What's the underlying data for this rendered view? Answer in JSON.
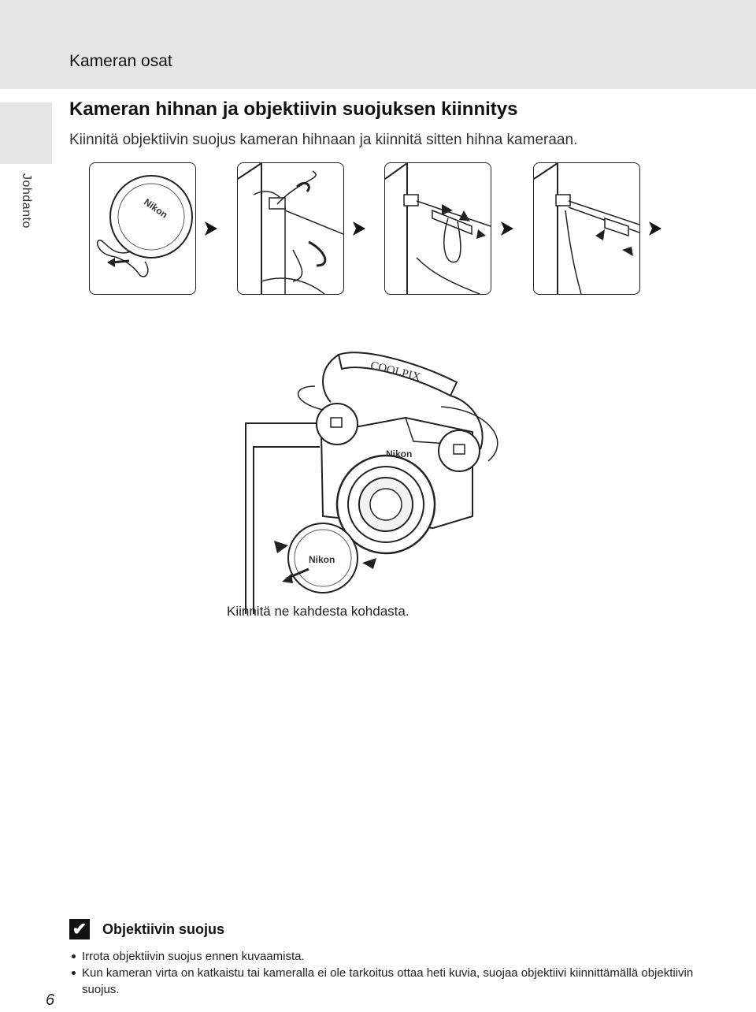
{
  "header": {
    "section_title": "Kameran osat"
  },
  "side_tab": {
    "label": "Johdanto"
  },
  "main": {
    "heading": "Kameran hihnan ja objektiivin suojuksen kiinnitys",
    "intro": "Kiinnitä objektiivin suojus kameran hihnaan ja kiinnitä sitten hihna kameraan.",
    "steps": [
      {
        "icon": "lens-cap-with-cord-illustration",
        "cap_brand": "Nikon"
      },
      {
        "icon": "thread-cord-through-eyelet-illustration"
      },
      {
        "icon": "thread-strap-through-loop-illustration"
      },
      {
        "icon": "tighten-strap-illustration"
      }
    ],
    "main_illustration": {
      "brand": "Nikon",
      "strap_text": "COOLPIX",
      "cap_text": "Nikon"
    },
    "caption": "Kiinnitä ne kahdesta kohdasta."
  },
  "note": {
    "icon": "caution-check-icon",
    "icon_glyph": "✔",
    "title": "Objektiivin suojus",
    "bullets": [
      "Irrota objektiivin suojus ennen kuvaamista.",
      "Kun kameran virta on katkaistu tai kameralla ei ole tarkoitus ottaa heti kuvia, suojaa objektiivi kiinnittämällä objektiivin suojus."
    ]
  },
  "footer": {
    "page_number": "6"
  }
}
